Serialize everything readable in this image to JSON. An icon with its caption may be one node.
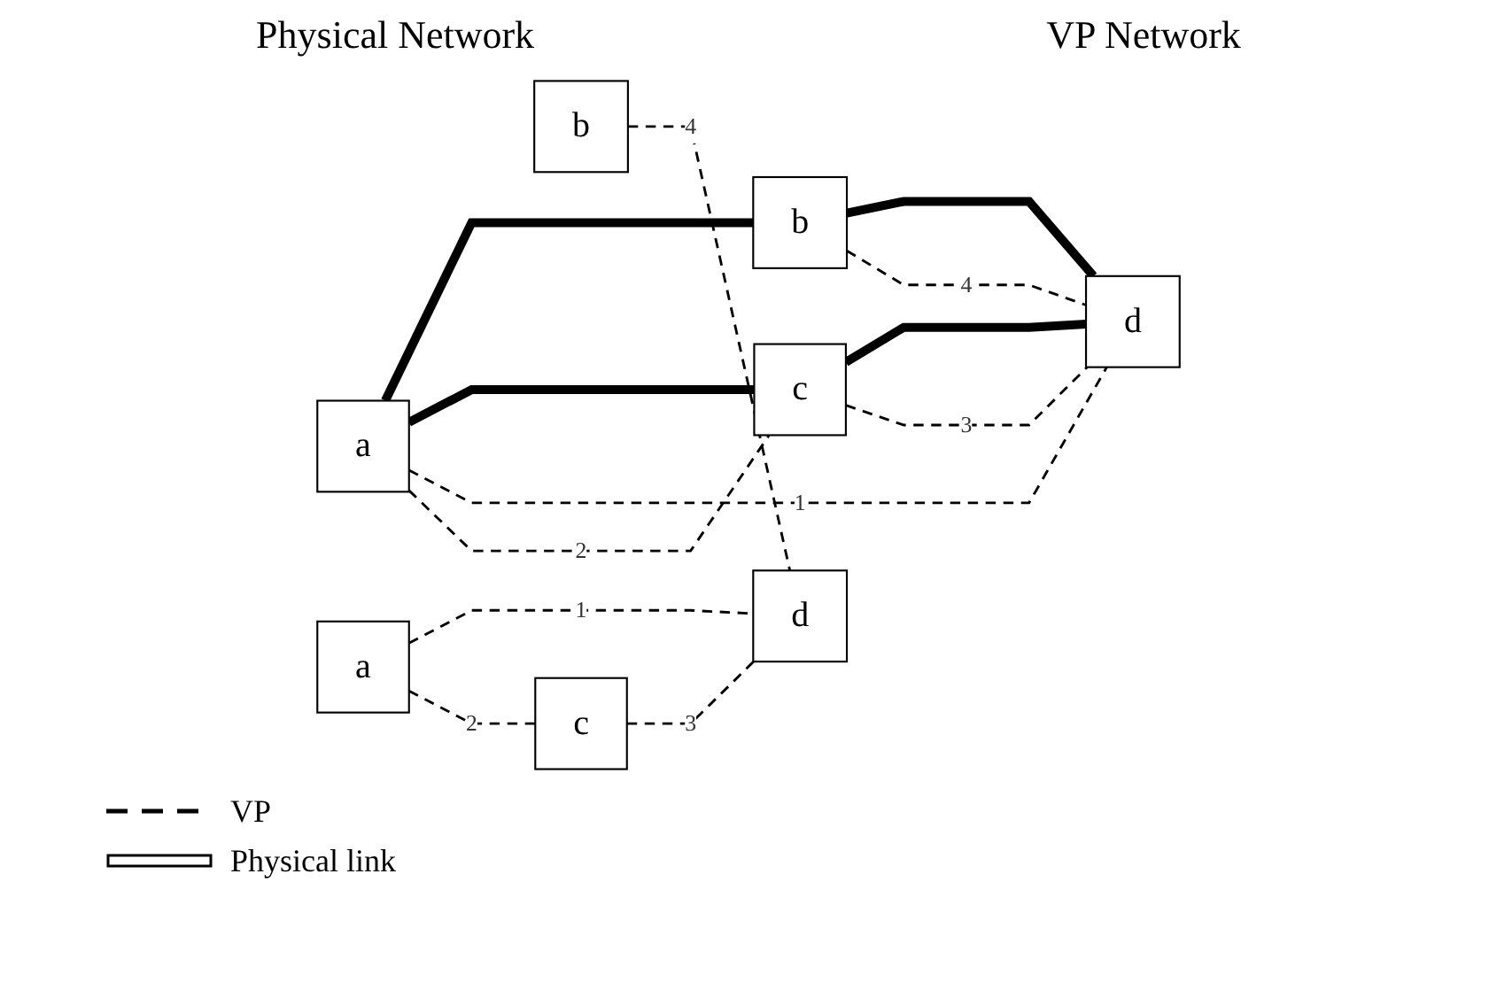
{
  "diagram": {
    "nodes": [
      {
        "text": [
          "a"
        ]
      },
      {
        "text": [
          "b"
        ]
      },
      {
        "text": [
          "c"
        ]
      },
      {
        "text": [
          "d"
        ]
      },
      {
        "text": [
          "a"
        ]
      },
      {
        "text": [
          "b"
        ]
      },
      {
        "text": [
          "c"
        ]
      },
      {
        "text": [
          "d"
        ]
      }
    ],
    "edges": [
      {
        "from": 0,
        "to": 1,
        "arrow": "none",
        "style": "thick"
      },
      {
        "from": 0,
        "to": 2,
        "arrow": "none",
        "style": "thick"
      },
      {
        "from": 1,
        "to": 3,
        "arrow": "none",
        "style": "thick"
      },
      {
        "from": 2,
        "to": 3,
        "arrow": "none",
        "style": "thick"
      },
      {
        "from": 0,
        "to": 3,
        "arrow": "none",
        "style": "dashed",
        "label": "1"
      },
      {
        "from": 0,
        "to": 2,
        "arrow": "none",
        "style": "dashed",
        "label": "2"
      },
      {
        "from": 2,
        "to": 3,
        "arrow": "none",
        "style": "dashed",
        "label": "3"
      },
      {
        "from": 1,
        "to": 3,
        "arrow": "none",
        "style": "dashed",
        "label": "4"
      },
      {
        "from": 4,
        "to": 7,
        "arrow": "none",
        "style": "dashed",
        "label": "1"
      },
      {
        "from": 4,
        "to": 6,
        "arrow": "none",
        "style": "dashed",
        "label": "2"
      },
      {
        "from": 6,
        "to": 7,
        "arrow": "none",
        "style": "dashed",
        "label": "3"
      },
      {
        "from": 5,
        "to": 7,
        "arrow": "none",
        "style": "dashed",
        "label": "4"
      }
    ],
    "labels": [
      "Physical Network",
      "VP Network"
    ],
    "legend": [
      {
        "text": "VP"
      },
      {
        "text": "Physical link"
      }
    ]
  }
}
